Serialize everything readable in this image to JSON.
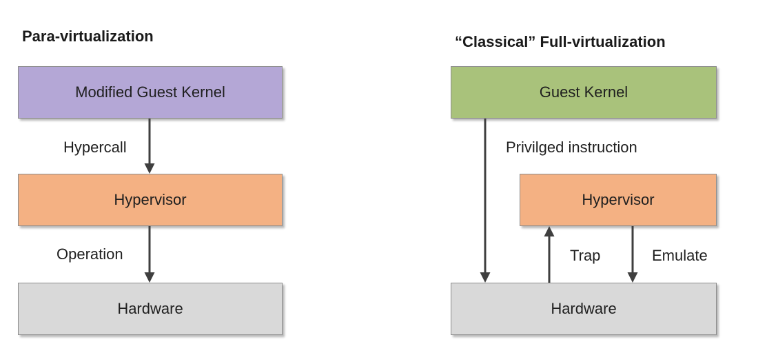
{
  "left": {
    "title": "Para-virtualization",
    "boxes": {
      "guest": "Modified Guest Kernel",
      "hypervisor": "Hypervisor",
      "hardware": "Hardware"
    },
    "labels": {
      "hypercall": "Hypercall",
      "operation": "Operation"
    }
  },
  "right": {
    "title": "“Classical” Full-virtualization",
    "boxes": {
      "guest": "Guest Kernel",
      "hypervisor": "Hypervisor",
      "hardware": "Hardware"
    },
    "labels": {
      "privileged": "Privilged instruction",
      "trap": "Trap",
      "emulate": "Emulate"
    }
  },
  "colors": {
    "modified_guest_kernel": "#b4a7d6",
    "guest_kernel": "#a9c27b",
    "hypervisor": "#f4b183",
    "hardware": "#d9d9d9",
    "arrow": "#3f3f3f"
  }
}
